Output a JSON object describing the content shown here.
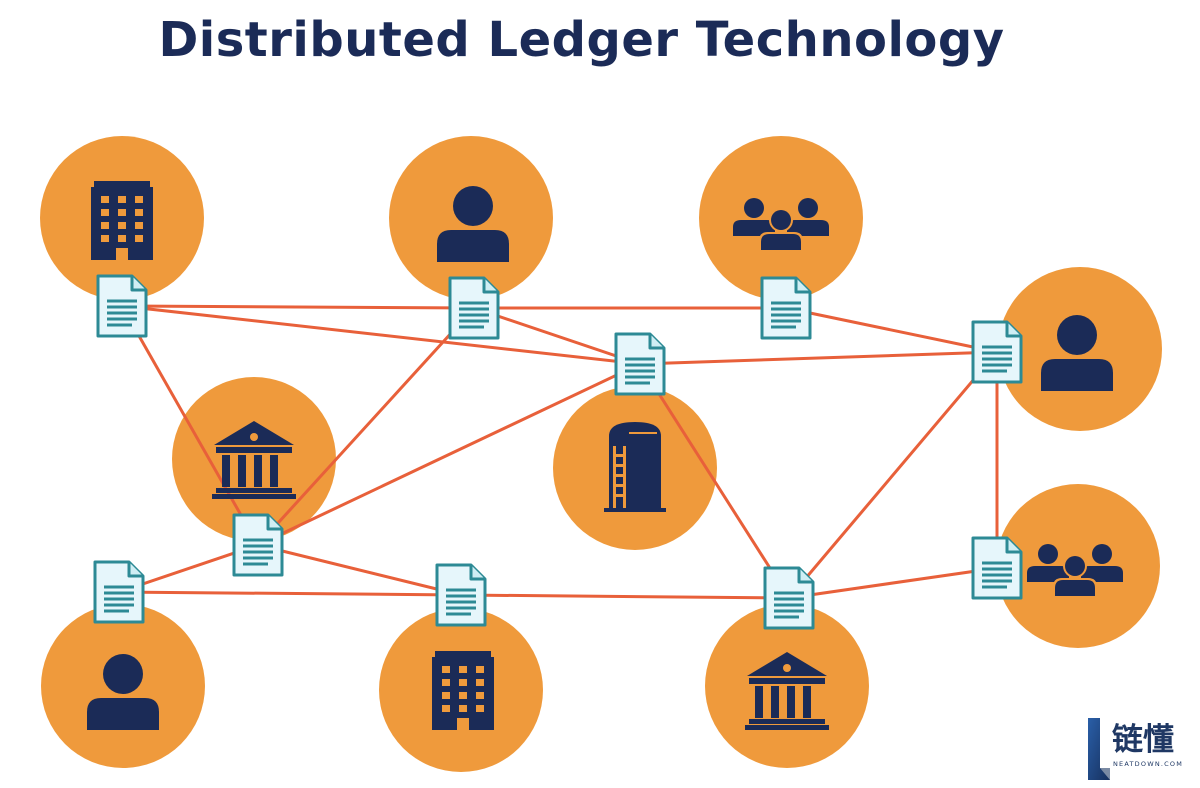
{
  "title": "Distributed Ledger Technology",
  "colors": {
    "title": "#1b2b57",
    "node_fill": "#ef9a3c",
    "icon": "#1b2b57",
    "edge": "#e8603a",
    "doc_border": "#2d8a95",
    "doc_fill": "#e6f6fb"
  },
  "nodes": [
    {
      "id": "n1",
      "icon": "office-building-icon"
    },
    {
      "id": "n2",
      "icon": "person-icon"
    },
    {
      "id": "n3",
      "icon": "group-icon"
    },
    {
      "id": "n4",
      "icon": "person-icon"
    },
    {
      "id": "n5",
      "icon": "bank-icon"
    },
    {
      "id": "n6",
      "icon": "silo-icon"
    },
    {
      "id": "n7",
      "icon": "group-icon"
    },
    {
      "id": "n8",
      "icon": "person-icon"
    },
    {
      "id": "n9",
      "icon": "office-building-icon"
    },
    {
      "id": "n10",
      "icon": "bank-icon"
    }
  ],
  "ledger_docs": [
    "d1",
    "d2",
    "d3",
    "d4",
    "d5",
    "d6",
    "d7",
    "d8",
    "d9",
    "d10"
  ],
  "edges": [
    [
      "d1",
      "d2"
    ],
    [
      "d2",
      "d3"
    ],
    [
      "d1",
      "d6"
    ],
    [
      "d1",
      "d5"
    ],
    [
      "d2",
      "d6"
    ],
    [
      "d2",
      "d5"
    ],
    [
      "d3",
      "d4"
    ],
    [
      "d6",
      "d4"
    ],
    [
      "d6",
      "d5"
    ],
    [
      "d6",
      "d10"
    ],
    [
      "d4",
      "d7"
    ],
    [
      "d4",
      "d10"
    ],
    [
      "d5",
      "d8"
    ],
    [
      "d5",
      "d9"
    ],
    [
      "d8",
      "d9"
    ],
    [
      "d9",
      "d10"
    ],
    [
      "d10",
      "d7"
    ]
  ],
  "brand": {
    "mark_icon": "l-logo-icon",
    "name_cn": "链懂",
    "name_en": "NEATDOWN.COM"
  }
}
